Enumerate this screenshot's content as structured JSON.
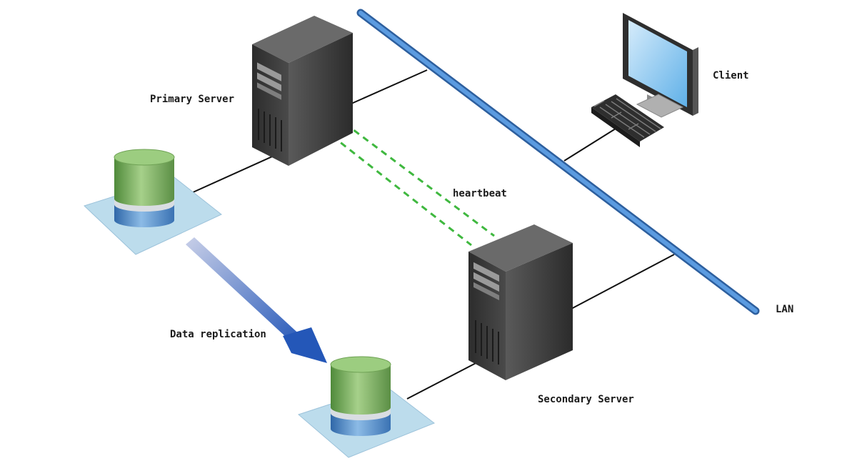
{
  "labels": {
    "primary_server": "Primary Server",
    "secondary_server": "Secondary Server",
    "client": "Client",
    "heartbeat": "heartbeat",
    "lan": "LAN",
    "data_replication": "Data replication"
  },
  "colors": {
    "lan_bus": "#4a86cf",
    "heartbeat": "#44bb44",
    "replication_arrow": "#2f5fbf",
    "disk_top": "#8fbf72",
    "disk_bottom": "#5a8fc8",
    "disk_pad": "#bcdcec",
    "server_body": "#3a3a3a",
    "link_line": "#111111"
  }
}
